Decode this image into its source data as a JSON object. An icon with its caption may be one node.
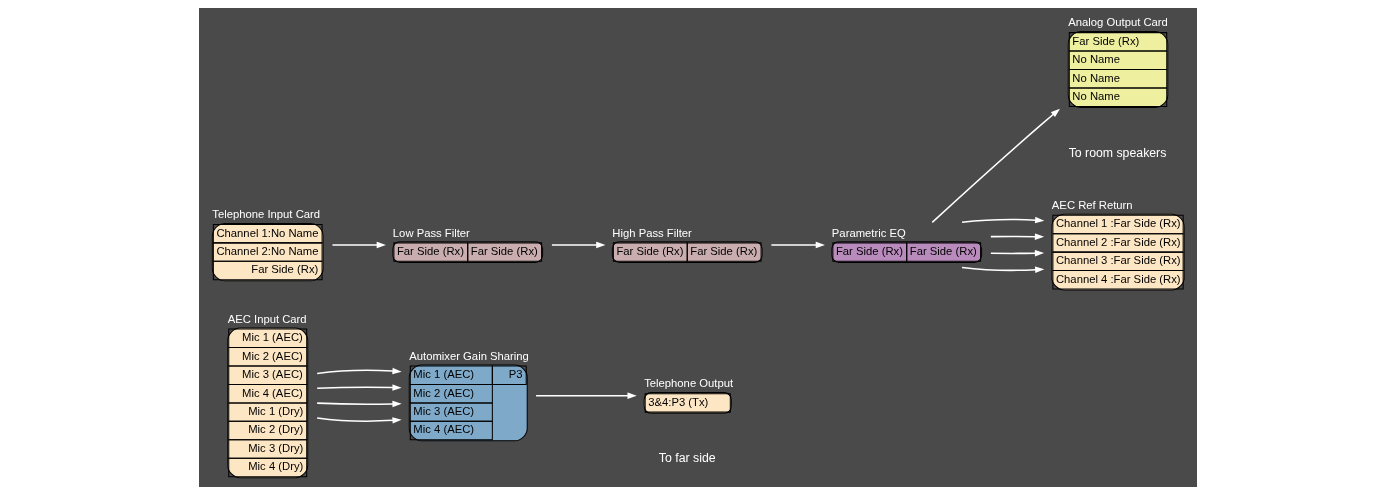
{
  "diagram": {
    "nodes": [
      {
        "text": [
          "AEC Input Card",
          "Mic 1 (AEC)",
          "Mic 2 (AEC)",
          "Mic 3 (AEC)",
          "Mic 4 (AEC)",
          "Mic 1 (Dry)",
          "Mic 2 (Dry)",
          "Mic 3 (Dry)",
          "Mic 4 (Dry)"
        ]
      },
      {
        "text": [
          "Automixer Gain Sharing",
          "Mic 1 (AEC)",
          "P3",
          "Mic 2 (AEC)",
          "Mic 3 (AEC)",
          "Mic 4 (AEC)"
        ]
      },
      {
        "text": [
          "Telephone Output",
          "3&4:P3 (Tx)"
        ],
        "beside": [
          "To far side"
        ]
      },
      {
        "text": [
          "Telephone Input Card",
          "Channel 1:No Name",
          "Channel 2:No Name",
          "Far Side (Rx)"
        ]
      },
      {
        "text": [
          "Low Pass Filter",
          "Far Side (Rx)",
          "Far Side (Rx)"
        ]
      },
      {
        "text": [
          "High Pass Filter",
          "Far Side (Rx)",
          "Far Side (Rx)"
        ]
      },
      {
        "text": [
          "Parametric EQ",
          "Far Side (Rx)",
          "Far Side (Rx)"
        ]
      },
      {
        "text": [
          "Analog Output Card",
          "Far Side (Rx)",
          "No Name",
          "No Name",
          "No Name"
        ],
        "beside": [
          "To room speakers"
        ]
      },
      {
        "text": [
          "AEC Ref Return",
          "Channel 1 :Far Side (Rx)",
          "Channel 2 :Far Side (Rx)",
          "Channel 3 :Far Side (Rx)",
          "Channel 4 :Far Side (Rx)"
        ]
      }
    ],
    "edges": [
      {
        "from": 0,
        "to": 1,
        "arrow": "to"
      },
      {
        "from": 0,
        "to": 1,
        "arrow": "to"
      },
      {
        "from": 0,
        "to": 1,
        "arrow": "to"
      },
      {
        "from": 0,
        "to": 1,
        "arrow": "to"
      },
      {
        "from": 1,
        "to": 2,
        "arrow": "to"
      },
      {
        "from": 3,
        "to": 4,
        "arrow": "to"
      },
      {
        "from": 4,
        "to": 5,
        "arrow": "to"
      },
      {
        "from": 5,
        "to": 6,
        "arrow": "to"
      },
      {
        "from": 6,
        "to": 7,
        "arrow": "to"
      },
      {
        "from": 6,
        "to": 8,
        "arrow": "to"
      },
      {
        "from": 6,
        "to": 8,
        "arrow": "to"
      },
      {
        "from": 6,
        "to": 8,
        "arrow": "to"
      },
      {
        "from": 6,
        "to": 8,
        "arrow": "to"
      }
    ]
  }
}
